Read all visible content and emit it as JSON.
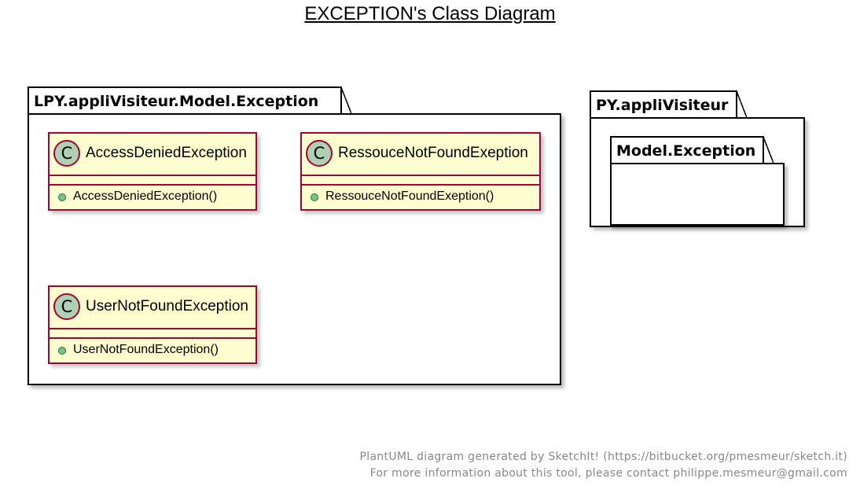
{
  "title": "EXCEPTION's Class Diagram",
  "packages": {
    "lpy": {
      "label": "LPY.appliVisiteur.Model.Exception",
      "classes": [
        {
          "letter": "C",
          "name": "AccessDeniedException",
          "method": "AccessDeniedException()"
        },
        {
          "letter": "C",
          "name": "RessouceNotFoundExeption",
          "method": "RessouceNotFoundExeption()"
        },
        {
          "letter": "C",
          "name": "UserNotFoundException",
          "method": "UserNotFoundException()"
        }
      ]
    },
    "py": {
      "label": "PY.appliVisiteur",
      "inner": {
        "label": "Model.Exception"
      }
    }
  },
  "footer": {
    "line1": "PlantUML diagram generated by SketchIt! (https://bitbucket.org/pmesmeur/sketch.it)",
    "line2": "For more information about this tool, please contact philippe.mesmeur@gmail.com"
  },
  "colors": {
    "class_fill": "#fefece",
    "class_border": "#a80036",
    "class_icon": "#add1b2",
    "public_marker": "#84be84"
  }
}
